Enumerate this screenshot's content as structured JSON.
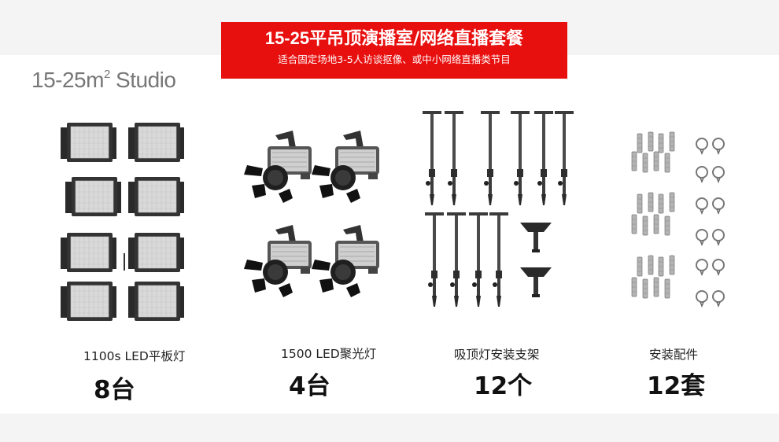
{
  "banner": {
    "title_prefix": "15-25平",
    "title_rest": "吊顶演播室/网络直播套餐",
    "subtitle": "适合固定场地3-5人访谈抠像、或中小网络直播类节目",
    "background": "#e8100f"
  },
  "studio_label": {
    "text": "15-25m",
    "superscript": "2",
    "suffix": " Studio"
  },
  "products": [
    {
      "name": "1100s LED平板灯",
      "qty": "8台",
      "icon": "led-panel-light-icon"
    },
    {
      "name": "1500 LED聚光灯",
      "qty": "4台",
      "icon": "led-spotlight-icon"
    },
    {
      "name": "吸顶灯安装支架",
      "qty": "12个",
      "icon": "ceiling-mount-bracket-icon"
    },
    {
      "name": "安装配件",
      "qty": "12套",
      "icon": "mounting-accessories-icon"
    }
  ]
}
